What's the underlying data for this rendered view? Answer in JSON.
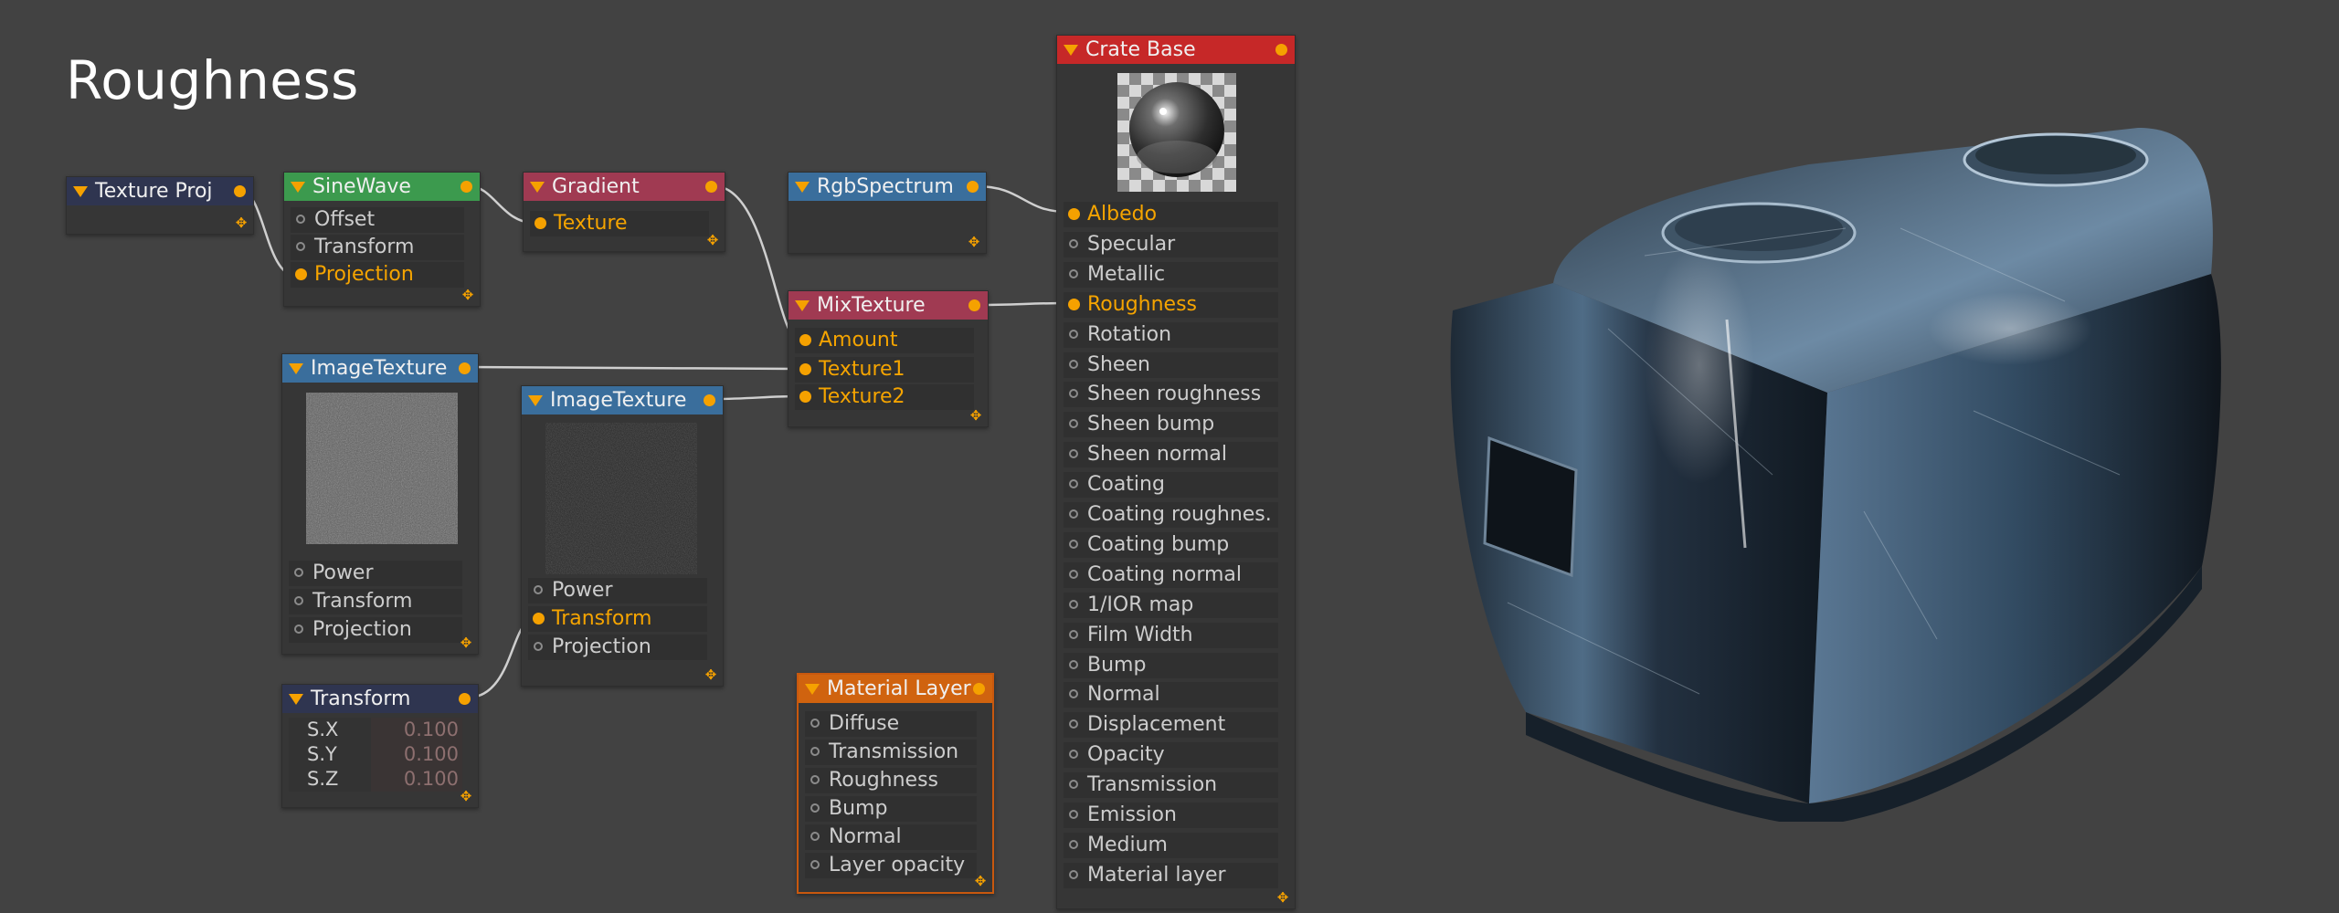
{
  "title": "Roughness",
  "colors": {
    "background": "#424242",
    "node_body": "#363636",
    "port_active": "#f5a100",
    "header_blue": "#3a6e9c",
    "header_navy": "#2f3550",
    "header_green": "#3c9a4e",
    "header_maroon": "#a03a52",
    "header_red": "#c62828",
    "header_orange": "#d0630f"
  },
  "nodes": {
    "texture_proj": {
      "title": "Texture Proj"
    },
    "sinewave": {
      "title": "SineWave",
      "inputs": [
        "Offset",
        "Transform",
        "Projection"
      ]
    },
    "gradient": {
      "title": "Gradient",
      "inputs": [
        "Texture"
      ]
    },
    "rgbspectrum": {
      "title": "RgbSpectrum"
    },
    "mixtexture": {
      "title": "MixTexture",
      "inputs": [
        "Amount",
        "Texture1",
        "Texture2"
      ]
    },
    "imagetexture1": {
      "title": "ImageTexture",
      "inputs": [
        "Power",
        "Transform",
        "Projection"
      ]
    },
    "imagetexture2": {
      "title": "ImageTexture",
      "inputs": [
        "Power",
        "Transform",
        "Projection"
      ]
    },
    "transform": {
      "title": "Transform",
      "fields": [
        {
          "label": "S.X",
          "value": "0.100"
        },
        {
          "label": "S.Y",
          "value": "0.100"
        },
        {
          "label": "S.Z",
          "value": "0.100"
        }
      ]
    },
    "material_layer": {
      "title": "Material Layer",
      "inputs": [
        "Diffuse",
        "Transmission",
        "Roughness",
        "Bump",
        "Normal",
        "Layer opacity"
      ]
    },
    "crate_base": {
      "title": "Crate Base",
      "inputs": [
        "Albedo",
        "Specular",
        "Metallic",
        "Roughness",
        "Rotation",
        "Sheen",
        "Sheen roughness",
        "Sheen bump",
        "Sheen normal",
        "Coating",
        "Coating roughnes.",
        "Coating bump",
        "Coating normal",
        "1/IOR map",
        "Film Width",
        "Bump",
        "Normal",
        "Displacement",
        "Opacity",
        "Transmission",
        "Emission",
        "Medium",
        "Material layer"
      ]
    }
  }
}
